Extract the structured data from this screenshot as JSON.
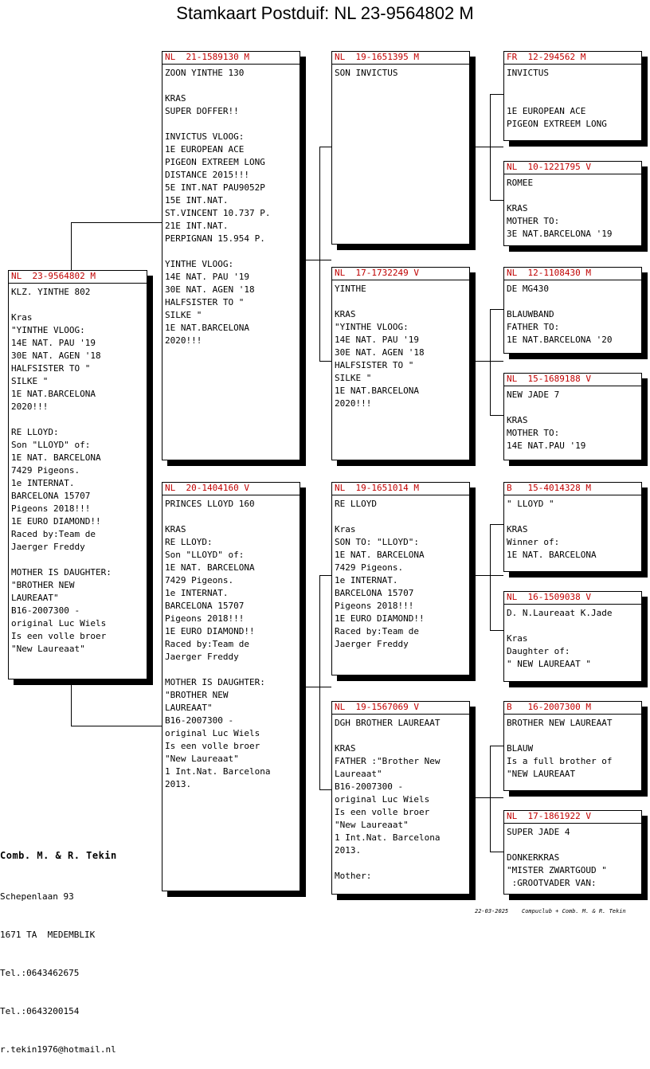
{
  "title": "Stamkaart Postduif: NL  23-9564802 M",
  "pigeons": [
    {
      "ring": "NL  23-9564802 M",
      "text": "KLZ. YINTHE 802\n\nKras\n\"YINTHE VLOOG:\n14E NAT. PAU '19\n30E NAT. AGEN '18\nHALFSISTER TO \"\nSILKE \"\n1E NAT.BARCELONA\n2020!!!\n\nRE LLOYD:\nSon \"LLOYD\" of:\n1E NAT. BARCELONA\n7429 Pigeons.\n1e INTERNAT.\nBARCELONA 15707\nPigeons 2018!!!\n1E EURO DIAMOND!!\nRaced by:Team de\nJaerger Freddy\n\nMOTHER IS DAUGHTER:\n\"BROTHER NEW\nLAUREAAT\"\nB16-2007300 -\noriginal Luc Wiels\nIs een volle broer\n\"New Laureaat\""
    },
    {
      "ring": "NL  21-1589130 M",
      "text": "ZOON YINTHE 130\n\nKRAS\nSUPER DOFFER!!\n\nINVICTUS VLOOG:\n1E EUROPEAN ACE\nPIGEON EXTREEM LONG\nDISTANCE 2015!!!\n5E INT.NAT PAU9052P\n15E INT.NAT.\nST.VINCENT 10.737 P.\n21E INT.NAT.\nPERPIGNAN 15.954 P.\n\nYINTHE VLOOG:\n14E NAT. PAU '19\n30E NAT. AGEN '18\nHALFSISTER TO \"\nSILKE \"\n1E NAT.BARCELONA\n2020!!!"
    },
    {
      "ring": "NL  20-1404160 V",
      "text": "PRINCES LLOYD 160\n\nKRAS\nRE LLOYD:\nSon \"LLOYD\" of:\n1E NAT. BARCELONA\n7429 Pigeons.\n1e INTERNAT.\nBARCELONA 15707\nPigeons 2018!!!\n1E EURO DIAMOND!!\nRaced by:Team de\nJaerger Freddy\n\nMOTHER IS DAUGHTER:\n\"BROTHER NEW\nLAUREAAT\"\nB16-2007300 -\noriginal Luc Wiels\nIs een volle broer\n\"New Laureaat\"\n1 Int.Nat. Barcelona\n2013."
    },
    {
      "ring": "NL  19-1651395 M",
      "text": "SON INVICTUS"
    },
    {
      "ring": "NL  17-1732249 V",
      "text": "YINTHE\n\nKRAS\n\"YINTHE VLOOG:\n14E NAT. PAU '19\n30E NAT. AGEN '18\nHALFSISTER TO \"\nSILKE \"\n1E NAT.BARCELONA\n2020!!!"
    },
    {
      "ring": "NL  19-1651014 M",
      "text": "RE LLOYD\n\nKras\nSON TO: \"LLOYD\":\n1E NAT. BARCELONA\n7429 Pigeons.\n1e INTERNAT.\nBARCELONA 15707\nPigeons 2018!!!\n1E EURO DIAMOND!!\nRaced by:Team de\nJaerger Freddy"
    },
    {
      "ring": "NL  19-1567069 V",
      "text": "DGH BROTHER LAUREAAT\n\nKRAS\nFATHER :\"Brother New\nLaureaat\"\nB16-2007300 -\noriginal Luc Wiels\nIs een volle broer\n\"New Laureaat\"\n1 Int.Nat. Barcelona\n2013.\n\nMother:"
    },
    {
      "ring": "FR  12-294562 M",
      "text": "INVICTUS\n\n\n1E EUROPEAN ACE\nPIGEON EXTREEM LONG"
    },
    {
      "ring": "NL  10-1221795 V",
      "text": "ROMEE\n\nKRAS\nMOTHER TO:\n3E NAT.BARCELONA '19"
    },
    {
      "ring": "NL  12-1108430 M",
      "text": "DE MG430\n\nBLAUWBAND\nFATHER TO:\n1E NAT.BARCELONA '20"
    },
    {
      "ring": "NL  15-1689188 V",
      "text": "NEW JADE 7\n\nKRAS\nMOTHER TO:\n14E NAT.PAU '19"
    },
    {
      "ring": "B   15-4014328 M",
      "text": "\" LLOYD \"\n\nKRAS\nWinner of:\n1E NAT. BARCELONA"
    },
    {
      "ring": "NL  16-1509038 V",
      "text": "D. N.Laureaat K.Jade\n\nKras\nDaughter of:\n\" NEW LAUREAAT \""
    },
    {
      "ring": "B   16-2007300 M",
      "text": "BROTHER NEW LAUREAAT\n\nBLAUW\nIs a full brother of\n\"NEW LAUREAAT"
    },
    {
      "ring": "NL  17-1861922 V",
      "text": "SUPER JADE 4\n\nDONKERKRAS\n\"MISTER ZWARTGOUD \"\n :GROOTVADER VAN:"
    }
  ],
  "owner": {
    "name": "Comb. M. & R. Tekin",
    "street": "Schepenlaan 93",
    "city": "1671 TA  MEDEMBLIK",
    "tel1": "Tel.:0643462675",
    "tel2": "Tel.:0643200154",
    "email": "r.tekin1976@hotmail.nl"
  },
  "footer": "22-03-2025    Compuclub + Comb. M. & R. Tekin"
}
